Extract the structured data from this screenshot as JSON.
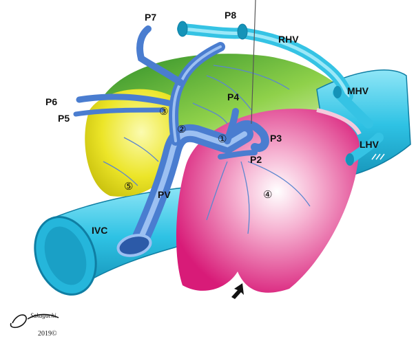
{
  "labels": {
    "p7": "P7",
    "p8": "P8",
    "rhv": "RHV",
    "mhv": "MHV",
    "lhv": "LHV",
    "p6": "P6",
    "p5": "P5",
    "p4": "P4",
    "p3": "P3",
    "p2": "P2",
    "pv": "PV",
    "ivc": "IVC"
  },
  "segments": {
    "s1": "①",
    "s2": "②",
    "s3": "③",
    "s4": "④",
    "s5": "⑤"
  },
  "signature": {
    "name": "Sakaguchi",
    "year": "2019©"
  },
  "colors": {
    "hepatic_vein": "#33c6e6",
    "portal_vein": "#5b8fd8",
    "right_lobe": "#6bbf3a",
    "left_lobe": "#e8338a",
    "caudate": "#e4e22a"
  }
}
